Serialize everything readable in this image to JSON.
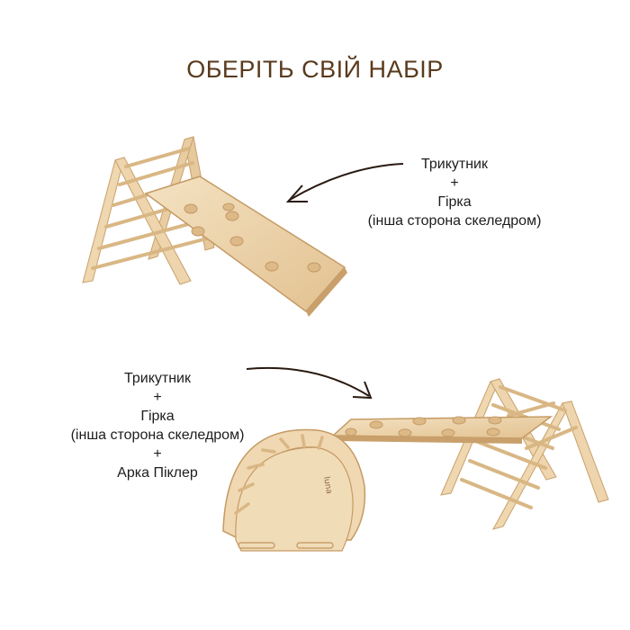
{
  "title": "ОБЕРІТЬ СВІЙ НАБІР",
  "set_1": {
    "lines": [
      "Трикутник",
      "+",
      "Гірка",
      "(інша сторона скеледром)"
    ]
  },
  "set_2": {
    "lines": [
      "Трикутник",
      "+",
      "Гірка",
      "(інша сторона скеледром)",
      "+",
      "Арка Піклер"
    ]
  },
  "brand_mark": "luna",
  "colors": {
    "title": "#5a3a1c",
    "wood_light": "#f1dcb8",
    "wood_mid": "#e3c595",
    "wood_dark": "#c9a06c",
    "arrow": "#2a1a10"
  }
}
